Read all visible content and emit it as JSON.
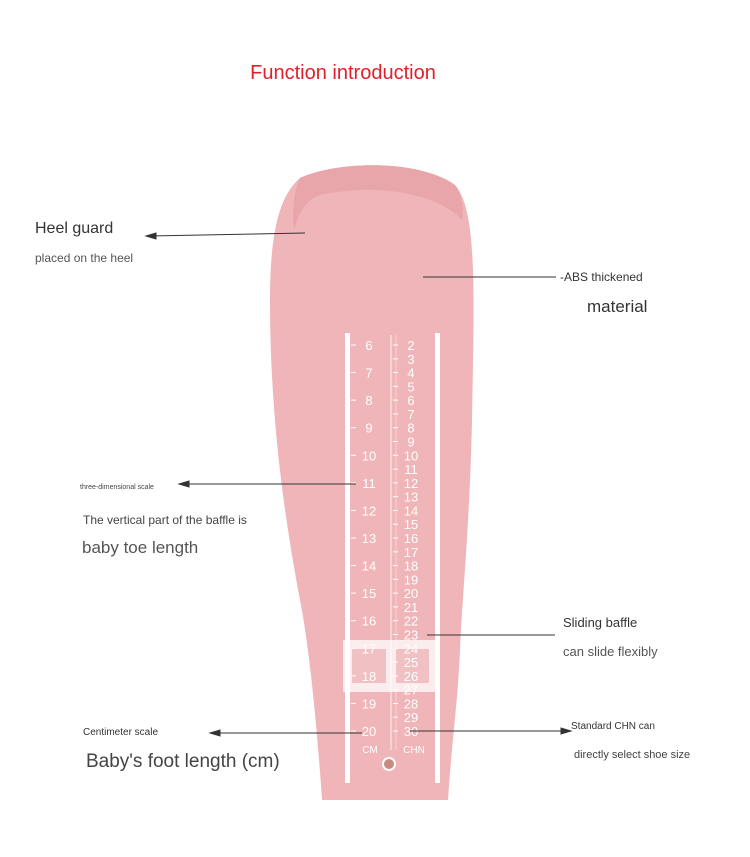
{
  "title": "Function introduction",
  "annotations": {
    "heel_guard": {
      "title": "Heel guard",
      "subtitle": "placed on the heel"
    },
    "abs": {
      "title": "-ABS thickened",
      "subtitle": "material"
    },
    "scale3d": {
      "title": "three-dimensional scale",
      "line1": "The vertical part of the baffle is",
      "line2": "baby toe length"
    },
    "baffle": {
      "title": "Sliding baffle",
      "subtitle": "can slide flexibly"
    },
    "cm": {
      "title": "Centimeter scale",
      "subtitle": "Baby's foot length (cm)"
    },
    "chn": {
      "title": "Standard CHN can",
      "subtitle": "directly select shoe size"
    }
  },
  "ruler": {
    "cm_label": "CM",
    "chn_label": "CHN",
    "cm_values": [
      6,
      7,
      8,
      9,
      10,
      11,
      12,
      13,
      14,
      15,
      16,
      17,
      18,
      19,
      20
    ],
    "chn_values": [
      2,
      3,
      4,
      5,
      6,
      7,
      8,
      9,
      10,
      11,
      12,
      13,
      14,
      15,
      16,
      17,
      18,
      19,
      20,
      21,
      22,
      23,
      24,
      25,
      26,
      27,
      28,
      29,
      30
    ],
    "body_color": "#efb5b8"
  }
}
